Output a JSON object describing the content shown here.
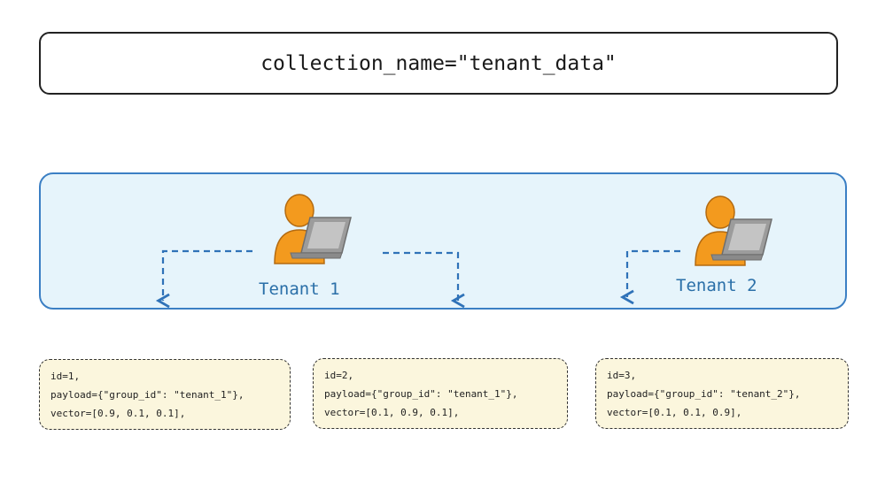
{
  "collection": {
    "text": "collection_name=\"tenant_data\""
  },
  "tenants": [
    {
      "label": "Tenant 1"
    },
    {
      "label": "Tenant 2"
    }
  ],
  "records": [
    {
      "id": "id=1,",
      "payload": "payload={\"group_id\": \"tenant_1\"},",
      "vector": "vector=[0.9, 0.1, 0.1],"
    },
    {
      "id": "id=2,",
      "payload": "payload={\"group_id\": \"tenant_1\"},",
      "vector": "vector=[0.1, 0.9, 0.1],"
    },
    {
      "id": "id=3,",
      "payload": "payload={\"group_id\": \"tenant_2\"},",
      "vector": "vector=[0.1, 0.1, 0.9],"
    }
  ],
  "colors": {
    "panel_border": "#3b7fc4",
    "panel_fill": "#e6f4fb",
    "arrow": "#2f72b8",
    "tenant_label": "#2a6fa8",
    "card_fill": "#fbf6dd",
    "person": "#f39a1e",
    "laptop": "#9c9c9c"
  },
  "icons": [
    "user-with-laptop-icon",
    "dashed-arrow-down-icon"
  ]
}
